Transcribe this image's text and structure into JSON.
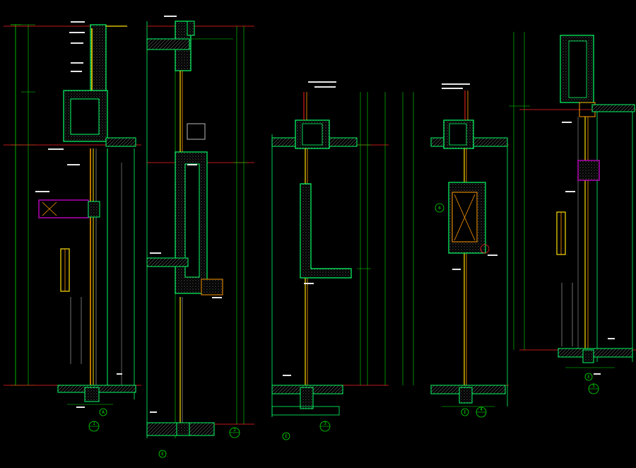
{
  "drawing": {
    "background": "#000000",
    "colors": {
      "wall": "#00ff66",
      "green": "#00e000",
      "red": "#ff2020",
      "yellow": "#ffe000",
      "orange": "#ff9a00",
      "magenta": "#e000e0",
      "white": "#e8e8e8",
      "gray": "#bdbdbd",
      "cyan": "#00d0d0"
    },
    "section_markers": [
      {
        "letter": "A",
        "number": "1",
        "name": "section-1"
      },
      {
        "letter": "E",
        "number": "2",
        "name": "section-2"
      },
      {
        "letter": "E",
        "number": "3",
        "name": "section-3"
      },
      {
        "letter": "E",
        "number": "4",
        "name": "section-4"
      },
      {
        "letter": "E",
        "number": "5",
        "name": "section-5"
      }
    ],
    "callouts": [
      {
        "number": "6",
        "name": "callout-6"
      }
    ]
  }
}
